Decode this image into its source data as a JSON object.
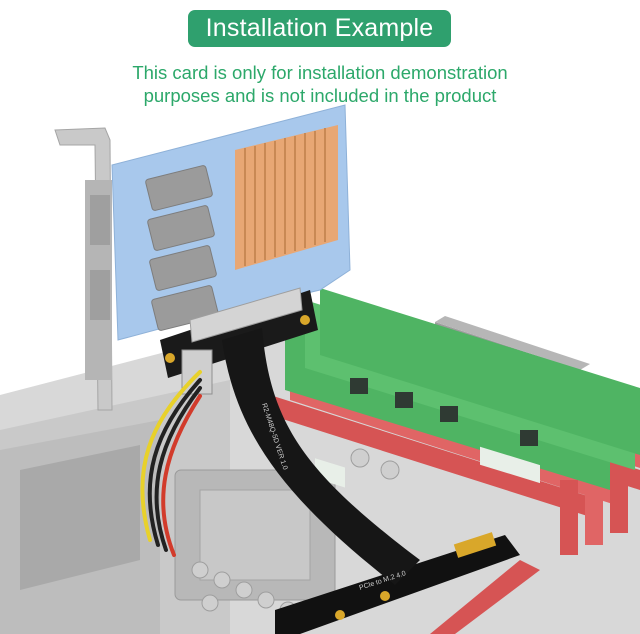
{
  "header": {
    "title": "Installation Example",
    "caption_line1": "This card is only for installation demonstration",
    "caption_line2": "purposes and is not included in the product"
  },
  "product": {
    "cable_print": "R2-M48Q-5D VER 1.0",
    "m2_adapter_print": "PCIe to M.2 4.0"
  },
  "colors": {
    "accent_green": "#2fa06e",
    "caption_green": "#2ca86a",
    "card_blue": "#a8c8ec",
    "heatsink_copper": "#e8a774",
    "ram_green": "#4fb463",
    "slot_red": "#e05a5a"
  }
}
